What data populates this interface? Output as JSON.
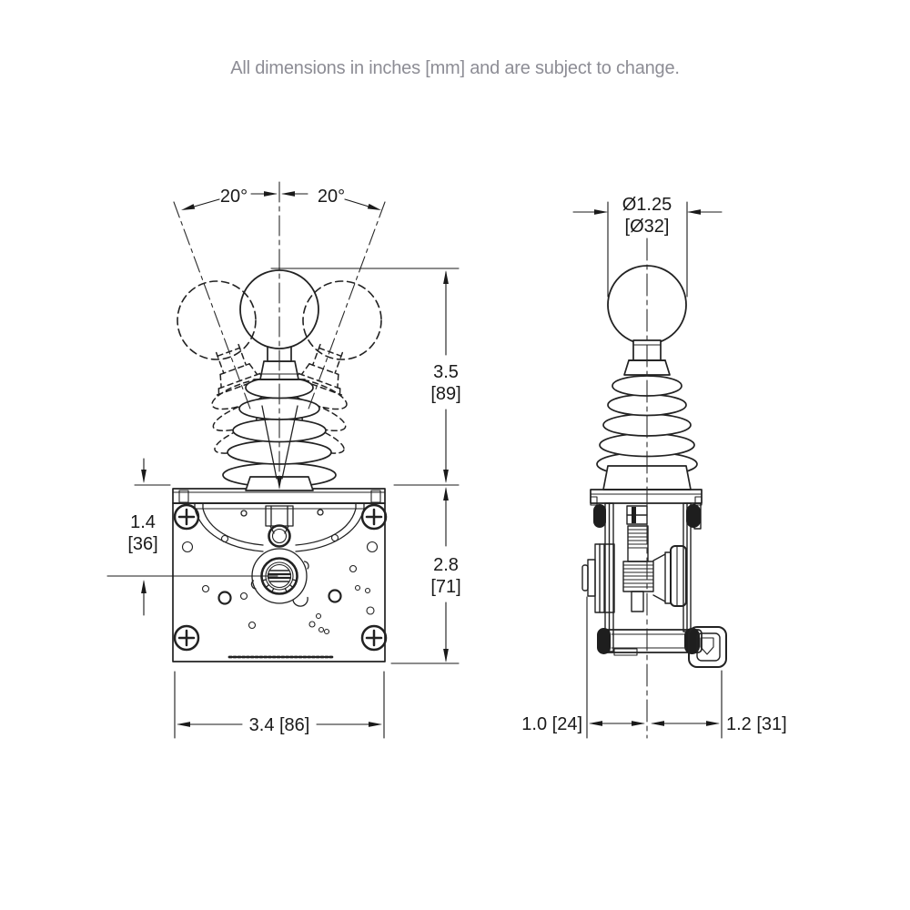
{
  "note": "All dimensions in inches [mm] and are subject to change.",
  "front_view": {
    "angle_left": "20°",
    "angle_right": "20°",
    "knob_height_in": "3.5",
    "knob_height_mm": "[89]",
    "mount_offset_in": "1.4",
    "mount_offset_mm": "[36]",
    "body_height_in": "2.8",
    "body_height_mm": "[71]",
    "body_width": "3.4 [86]"
  },
  "side_view": {
    "knob_diameter_in": "Ø1.25",
    "knob_diameter_mm": "[Ø32]",
    "depth_rear": "1.0 [24]",
    "depth_front": "1.2 [31]"
  },
  "colors": {
    "background": "#ffffff",
    "line": "#222222",
    "dimension": "#1a1a1a",
    "note_text": "#8d8d95"
  }
}
